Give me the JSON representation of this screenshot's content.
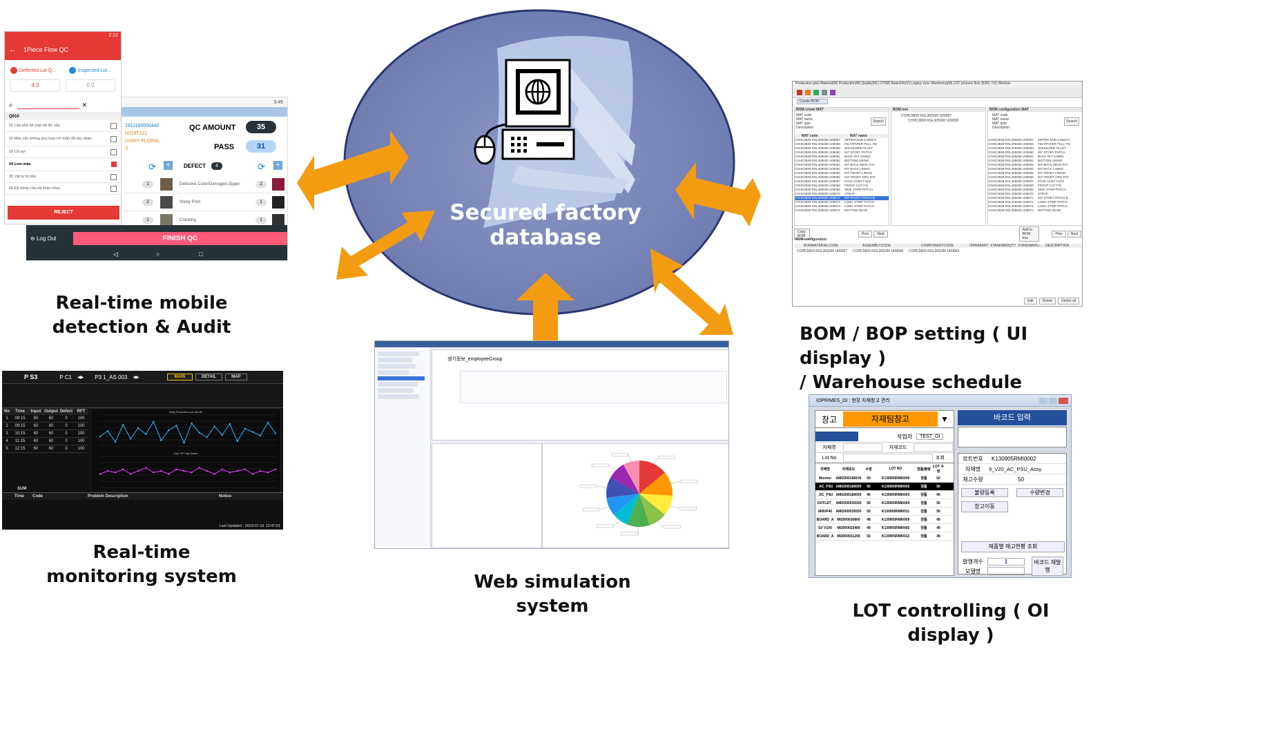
{
  "center": {
    "label_line1": "Secured factory",
    "label_line2": "database"
  },
  "captions": {
    "mobile_line1": "Real-time mobile",
    "mobile_line2": "detection & Audit",
    "bom_line1": "BOM / BOP setting ( UI display )",
    "bom_line2": "/ Warehouse schedule",
    "monitor_line1": "Real-time",
    "monitor_line2": "monitoring system",
    "web": "Web simulation system",
    "lot": "LOT controlling ( OI display )"
  },
  "mobile": {
    "status_time": "2:12",
    "title": "1Piece Flow QC",
    "defected_label": "Defected Lot Q...",
    "inspected_label": "Inspected Lot...",
    "defected_value": "4.0",
    "inspected_value": "0.0",
    "section": "Q010",
    "items": [
      "01 Lớp phủ bề mặt vải lỗi, xấu",
      "02 Màu sắc không phù hợp với mẫu đã xác nhận",
      "03 Lỗi sợi",
      "04 Lem màu",
      "05 Vật tư bị trầy",
      "06 Độ bóng của vải khác nhau"
    ],
    "reject": "REJECT",
    "logout": "Log Out",
    "tablet_time": "3:45",
    "order_no": "1811160000440",
    "style": "NJ19T121",
    "color": "IVORY FLORAL",
    "size": "S",
    "qc_amount_label": "QC AMOUNT",
    "qc_amount": "35",
    "pass_label": "PASS",
    "pass_value": "31",
    "defect_label": "DEFECT",
    "defect_count": "4",
    "defects": [
      {
        "count": "1",
        "name": "Defective Color/Damaged Zipper",
        "count2": "2"
      },
      {
        "count": "2",
        "name": "Sticky Print",
        "count2": "1"
      },
      {
        "count": "1",
        "name": "Cracking",
        "count2": "1"
      }
    ],
    "finish": "FINISH QC"
  },
  "monitor": {
    "tabs_left": [
      "P S3",
      "P C1",
      "P3 1_AS 003"
    ],
    "tabs_right": [
      "MAIN",
      "DETAIL",
      "MAP"
    ],
    "chart1_title": "Daily Production per Month",
    "chart2_title": "Cap YET top Month",
    "table_headers": [
      "No",
      "Time",
      "Input",
      "Output",
      "Defect",
      "RFT"
    ],
    "rows": [
      [
        "1",
        "08:15",
        "60",
        "60",
        "0",
        "100"
      ],
      [
        "2",
        "09:15",
        "60",
        "60",
        "0",
        "100"
      ],
      [
        "3",
        "10:15",
        "60",
        "60",
        "0",
        "100"
      ],
      [
        "4",
        "11:15",
        "60",
        "60",
        "0",
        "100"
      ],
      [
        "5",
        "12:15",
        "60",
        "60",
        "0",
        "100"
      ]
    ],
    "sum_label": "SUM",
    "bottom_headers": [
      "Time",
      "Code",
      "Problem Description",
      "Notice"
    ],
    "updated": "Last Updated : 2019-07-01 12:47:01",
    "line_values": [
      55,
      62,
      48,
      70,
      52,
      66,
      58,
      74,
      50,
      63,
      69,
      47,
      72,
      60,
      54,
      68,
      57,
      71,
      49,
      65,
      61,
      56,
      73,
      59
    ],
    "line2_values": [
      40,
      42,
      41,
      43,
      40,
      42,
      44,
      41,
      42,
      40,
      43,
      42,
      41,
      44,
      42,
      40,
      43,
      41,
      42,
      43,
      40,
      42,
      41,
      43
    ]
  },
  "web": {
    "title": "생기정보_employeeGroup",
    "pie_values": [
      14,
      12,
      10,
      9,
      11,
      8,
      9,
      10,
      9,
      8
    ],
    "pie_colors": [
      "#e53935",
      "#ff9800",
      "#ffeb3b",
      "#8bc34a",
      "#4caf50",
      "#00bcd4",
      "#2196f3",
      "#3f51b5",
      "#9c27b0",
      "#f48fb1"
    ]
  },
  "lot": {
    "window_title": "IOPRIMES_OI : 현장 자재창고 관리",
    "warehouse_label": "창고",
    "warehouse_value": "자재팀창고",
    "barcode_input": "바코드 입력",
    "worker_label": "작업자",
    "worker_value": "TEST_OI",
    "material_label": "자재명",
    "material_code_label": "자재코드",
    "lot_no_label": "Lot No",
    "query": "조회",
    "lot_label": "로트번호",
    "lot_value": "K130905RMI0002",
    "name_label": "자재명",
    "name_value": "9_V20_AC_PSU_Assy",
    "stock_label": "재고수량",
    "stock_value": "50",
    "defect_reg": "불량등록",
    "qty_change": "수량변경",
    "stock_move": "창고이동",
    "stock_query": "제품별 재고현황 조회",
    "issue_count_label": "발행개수",
    "issue_count": "1",
    "model_label": "모델명",
    "reissue": "바코드 재발행",
    "headers": [
      "자재명",
      "자재코드",
      "수량",
      "LOT NO",
      "양품/불량",
      "LOT 수량"
    ],
    "rows": [
      [
        "Monitor",
        "AMI2000168100",
        "50",
        "K130905RMI0006",
        "양품",
        "50"
      ],
      [
        "_AC_PSU",
        "AMI2000180000",
        "50",
        "K130905RMI0002",
        "양품",
        "50"
      ],
      [
        "_DC_PSU",
        "AMI2000180000",
        "40",
        "K130905RMI0003",
        "양품",
        "40"
      ],
      [
        "OUTLET_",
        "AMI2000032000",
        "50",
        "K130905RMI0004",
        "양품",
        "50"
      ],
      [
        "M45/P40",
        "AMI2000039200",
        "50",
        "K130905RMI0011",
        "양품",
        "50"
      ],
      [
        "BOARD_A",
        "MI2000030800",
        "49",
        "K130905RMI0009",
        "양품",
        "49"
      ],
      [
        "SV V100",
        "MI2000023400",
        "49",
        "K130905RMI0005",
        "양품",
        "49"
      ],
      [
        "BOARD_A",
        "MI2000031200",
        "50",
        "K130905RMI0013",
        "양품",
        "49"
      ]
    ]
  },
  "bom": {
    "menu": "Production plan  Material(M)  Production(M)  Quality(M)  LOT(M)  BasicInfo(V)  Legacy sync  Monitoring(M)  LOT process flow  창(W)  기(I)  Window",
    "tab": "Create BOM",
    "panels": [
      "BOM create MAT",
      "BOM tree",
      "BOM configuration MAT"
    ],
    "fields": [
      "MAT code",
      "MAT name",
      "MAT type",
      "Description"
    ],
    "search": "Search",
    "list_headers": [
      "MAT code",
      "MAT name"
    ],
    "codes": [
      "COHC0839 RGL305030 U09057",
      "COHC0839 RGL305030 U09058",
      "COHC0839 RGL305030 U09059",
      "COHC0839 RGL305030 U09060",
      "COHC0839 RGL305030 U09061",
      "COHC0839 RGL305030 U09062",
      "COHC0839 RGL305030 U09063",
      "COHC0839 RGL305030 U09064",
      "COHC0839 RGL305030 U09065",
      "COHC0839 RGL305030 U09066",
      "COHC0839 RGL305030 U09067",
      "COHC0839 RGL305030 U09068",
      "COHC0839 RGL305030 U09069",
      "COHC0839 RGL305030 U09070",
      "COHC0839 RGL305030 U09071",
      "COHC0839 RGL305030 U09072",
      "COHC0839 RGL305030 U09073",
      "COHC0839 RGL305030 U09074"
    ],
    "names": [
      "ZIPPER END 6 MM2.9",
      "FELT/PAPER PULL TIE",
      "SHOULDER FILLET",
      "INT STORY PATCH",
      "BACK PAT LINING",
      "BOTTOM LINING",
      "INT BACK WING PAT",
      "INT BACK LINING",
      "INT FRONT LINING",
      "INT FRONT ORG PAT",
      "FACE CONT FLEX",
      "FRONT CUT P.N",
      "SIDE STRIP PATCH",
      "STRAP",
      "INT STORY PATCH B",
      "LONG STRIP PATCH",
      "LONG STRIP PATCH",
      "BOTTOM SEAM"
    ],
    "buttons": [
      "Copy BOM",
      "Prev",
      "Next",
      "Add to BOM tree",
      "Prev",
      "Next"
    ],
    "config_label": "BOM configuration",
    "config_headers": [
      "BOMMATERIALCODE",
      "ASSEMBLYCODE",
      "COMPONENTCODE",
      "ISPRIMARY",
      "STANDARDQTY",
      "STANDARDU...",
      "DESCRIPTION"
    ],
    "bottom_buttons": [
      "Edit",
      "Delete",
      "Delete all"
    ]
  }
}
